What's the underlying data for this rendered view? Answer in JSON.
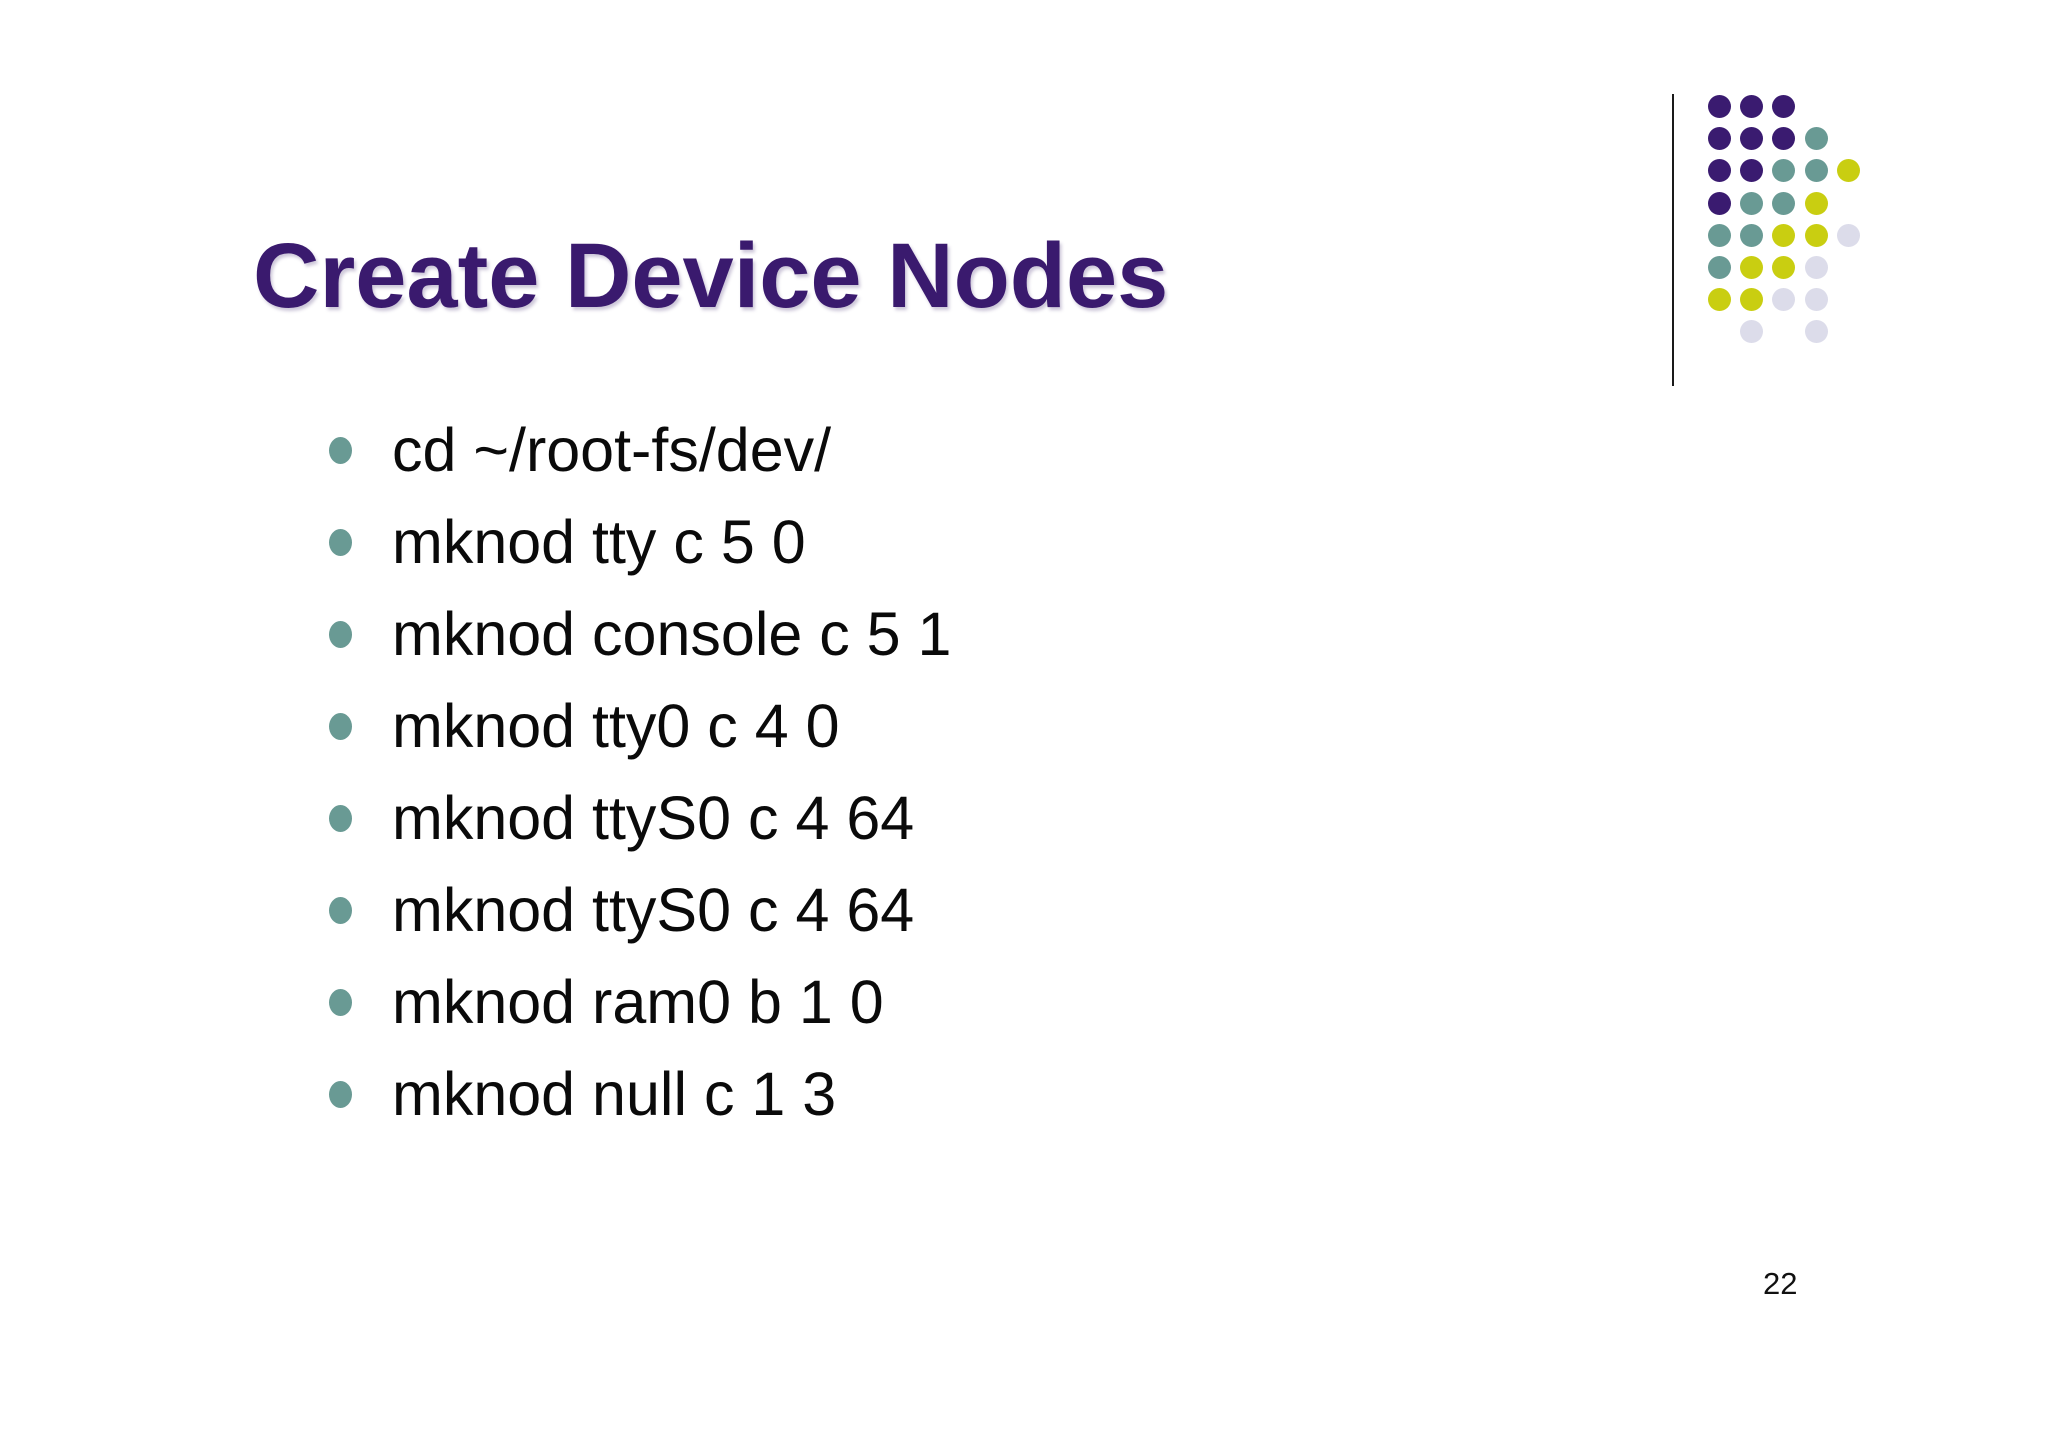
{
  "slide": {
    "title": "Create Device Nodes",
    "bullets": [
      "cd ~/root-fs/dev/",
      "mknod tty c 5 0",
      "mknod console c 5 1",
      "mknod tty0 c 4 0",
      "mknod ttyS0 c 4 64",
      "mknod ttyS0 c 4 64",
      "mknod ram0 b 1 0",
      "mknod null c 1 3"
    ],
    "page_number": "22",
    "colors": {
      "background": "#ffffff",
      "title": "#3a1a6e",
      "body_text": "#0a0a0a",
      "bullet_marker": "#699a94",
      "divider_line": "#1a1a1a",
      "dot_purple": "#3a1b70",
      "dot_teal": "#699a94",
      "dot_yellow": "#c9ce11",
      "dot_lavender": "#dcdcea"
    },
    "decoration": {
      "name": "dot-matrix",
      "pattern": [
        [
          "purple",
          "purple",
          "purple",
          null,
          null
        ],
        [
          "purple",
          "purple",
          "purple",
          "teal",
          null
        ],
        [
          "purple",
          "purple",
          "teal",
          "teal",
          "yellow"
        ],
        [
          "purple",
          "teal",
          "teal",
          "yellow",
          null
        ],
        [
          "teal",
          "teal",
          "yellow",
          "yellow",
          "lavender"
        ],
        [
          "teal",
          "yellow",
          "yellow",
          "lavender",
          null
        ],
        [
          "yellow",
          "yellow",
          "lavender",
          "lavender",
          null
        ],
        [
          null,
          "lavender",
          null,
          "lavender",
          null
        ]
      ]
    }
  }
}
